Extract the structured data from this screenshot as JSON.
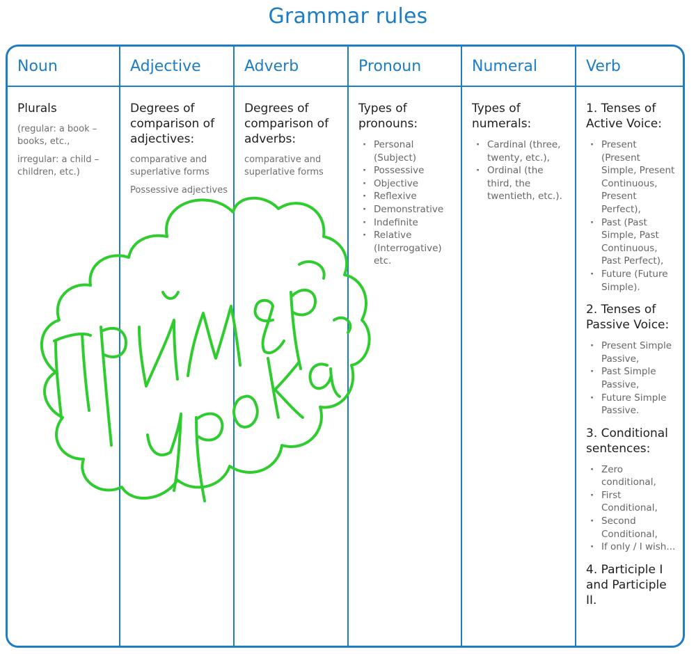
{
  "title": "Grammar rules",
  "columns": [
    {
      "header": "Noun",
      "heading": "Plurals",
      "notes": [
        "(regular: a book – books, etc.,",
        "irregular: a child – children, etc.)"
      ]
    },
    {
      "header": "Adjective",
      "heading": "Degrees of comparison of adjectives:",
      "notes": [
        "comparative and superlative forms",
        "Possessive adjectives"
      ]
    },
    {
      "header": "Adverb",
      "heading": "Degrees of comparison of adverbs:",
      "notes": [
        "comparative and superlative forms"
      ]
    },
    {
      "header": "Pronoun",
      "heading": "Types of pronouns:",
      "items": [
        "Personal (Subject)",
        "Possessive",
        "Objective",
        "Reflexive",
        "Demonstrative",
        "Indefinite",
        "Relative (Interrogative) etc."
      ]
    },
    {
      "header": "Numeral",
      "heading": "Types of numerals:",
      "items": [
        "Cardinal (three, twenty, etc.),",
        "Ordinal (the third, the twentieth, etc.)."
      ]
    },
    {
      "header": "Verb",
      "sections": [
        {
          "heading": "1. Tenses of Active Voice:",
          "items": [
            "Present (Present Simple, Present Continuous, Present Perfect),",
            "Past (Past Simple, Past Continuous, Past Perfect),",
            "Future (Future Simple)."
          ]
        },
        {
          "heading": "2. Tenses of Passive Voice:",
          "items": [
            "Present Simple Passive,",
            "Past Simple Passive,",
            "Future Simple Passive."
          ]
        },
        {
          "heading": "3. Conditional sentences:",
          "items": [
            "Zero conditional,",
            "First Conditional,",
            "Second Conditional,",
            "If only / I wish..."
          ]
        },
        {
          "heading": "4. Participle I and Participle II.",
          "items": []
        }
      ]
    }
  ],
  "stamp": {
    "line1": "Пример",
    "line2": "урока",
    "color": "#2ecc2e"
  },
  "colors": {
    "accent": "#1c7dc4",
    "heading_text": "#1f1f1f",
    "muted_text": "#6e6e6e"
  }
}
